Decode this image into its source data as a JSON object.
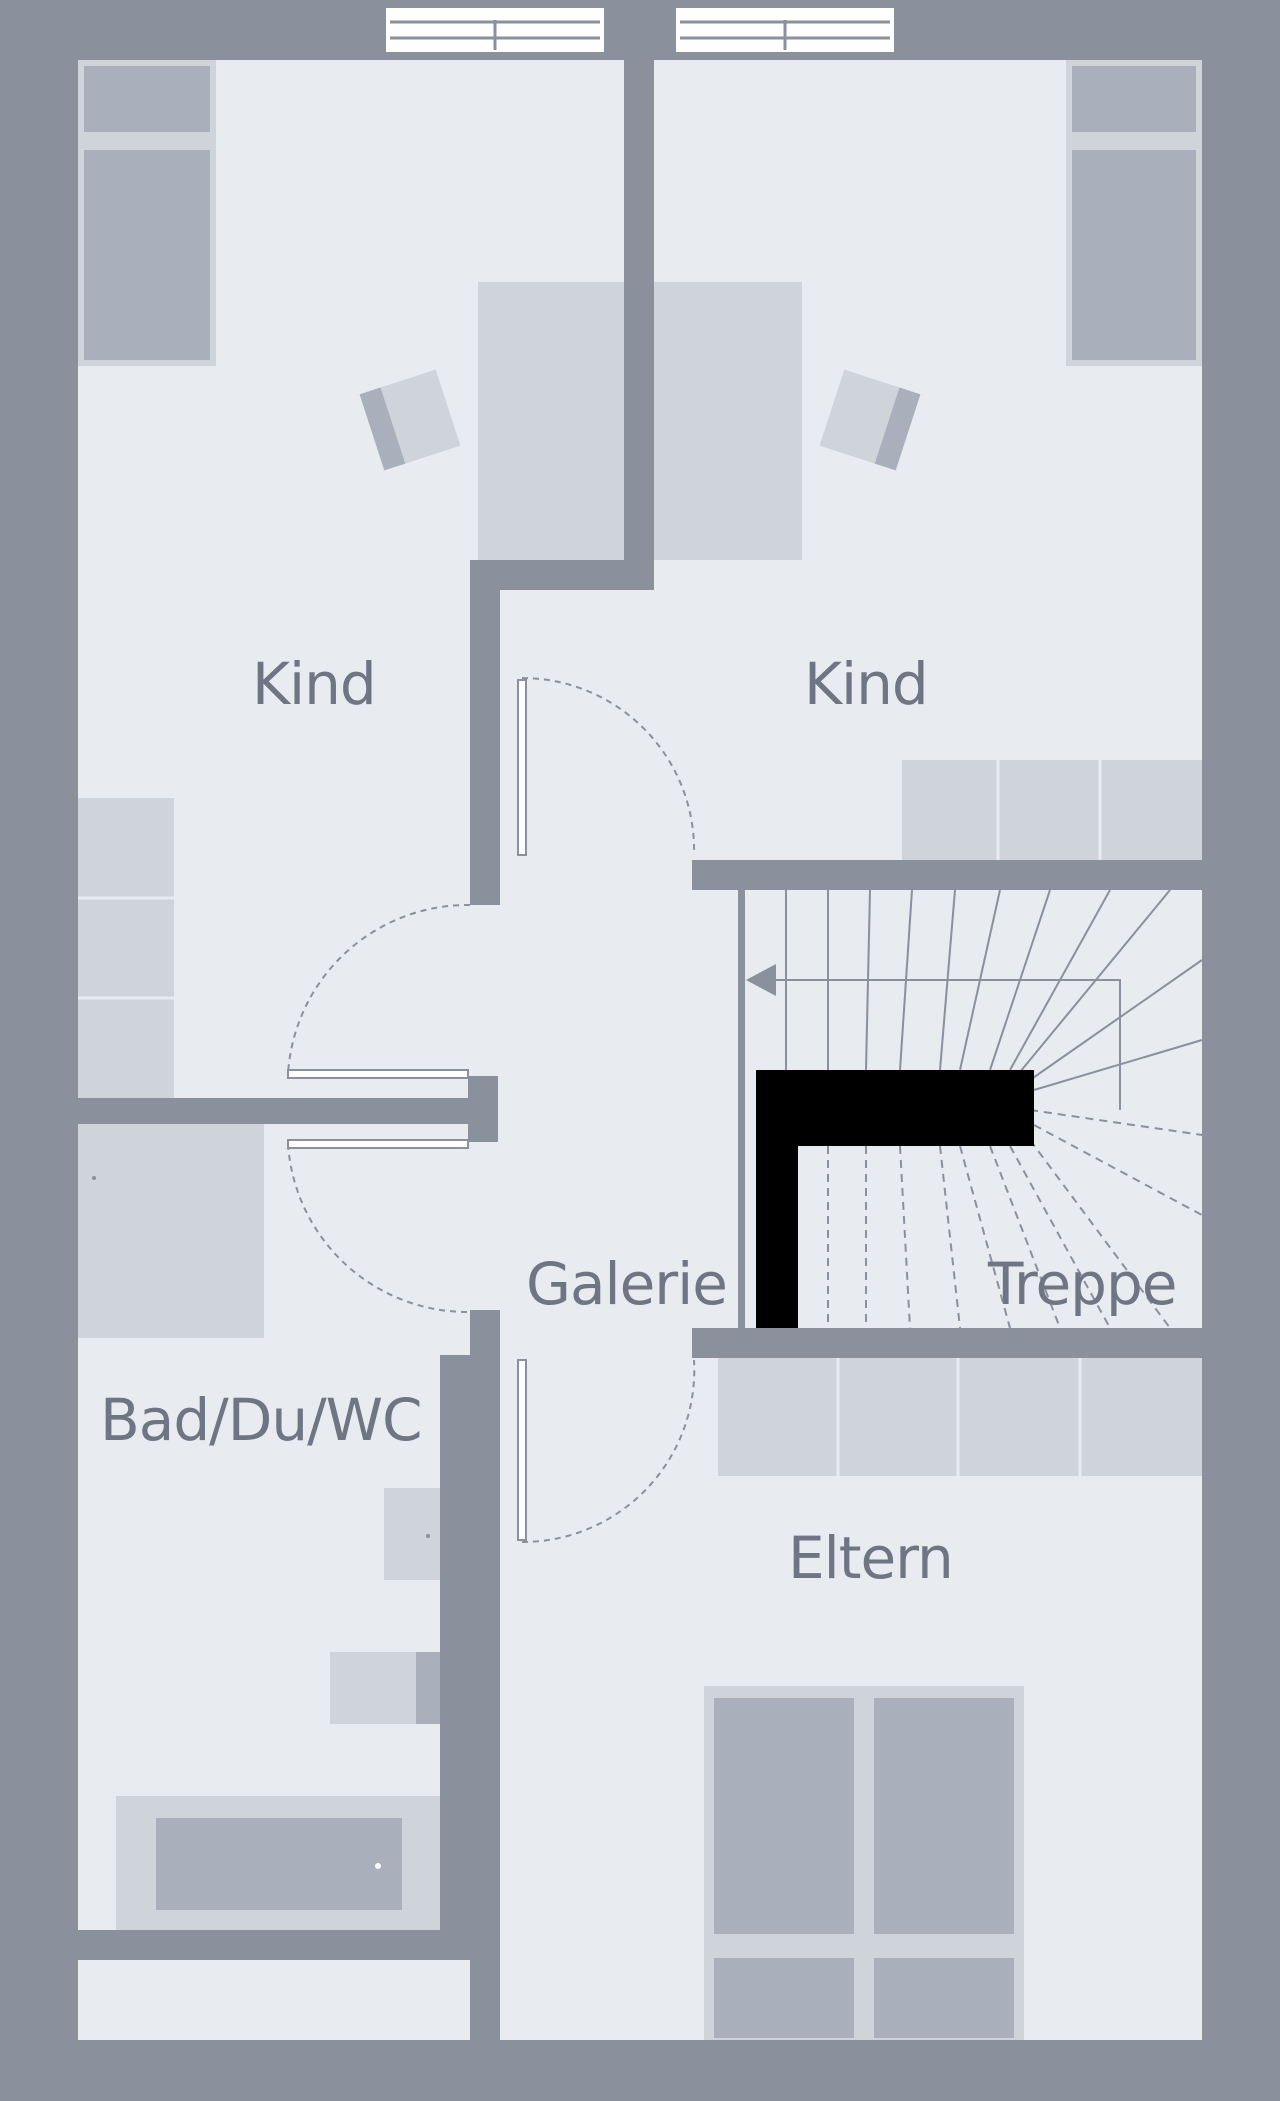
{
  "floorplan": {
    "rooms": {
      "kind_left": "Kind",
      "kind_right": "Kind",
      "galerie": "Galerie",
      "treppe": "Treppe",
      "bad": "Bad/Du/WC",
      "eltern": "Eltern"
    },
    "colors": {
      "wall": "#8a909c",
      "floor": "#e8ebef",
      "furniture": "#a9afbb",
      "furniture_light": "#cfd3da",
      "chimney": "#000000",
      "label": "#6f7582"
    }
  }
}
